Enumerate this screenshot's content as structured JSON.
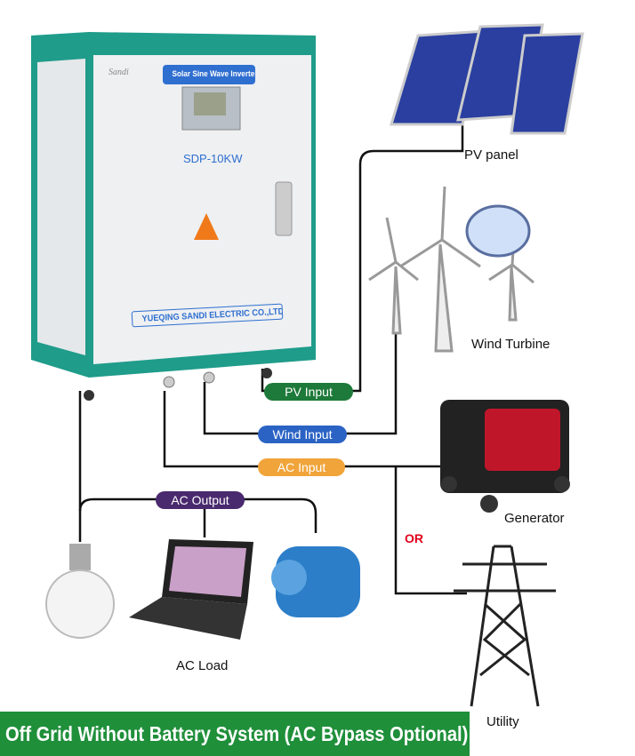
{
  "inverter": {
    "brand": "Sandi",
    "title": "Solar Sine Wave Inverter",
    "model": "SDP-10KW",
    "company": "YUEQING SANDI ELECTRIC CO.,LTD"
  },
  "inputs": [
    {
      "label": "PV Input",
      "color": "#1e7a3a"
    },
    {
      "label": "Wind Input",
      "color": "#2b63c4"
    },
    {
      "label": "AC Input",
      "color": "#f0a43a"
    }
  ],
  "output": {
    "label": "AC Output",
    "color": "#4a2a6e"
  },
  "components": {
    "pv": "PV panel",
    "wind": "Wind Turbine",
    "generator": "Generator",
    "utility": "Utility",
    "load": "AC Load"
  },
  "or_label": "OR",
  "banner": "Off Grid Without Battery System (AC Bypass Optional)",
  "colors": {
    "banner": "#1f8f3a",
    "inverter_trim": "#1f9c8a",
    "or": "#e0001a"
  }
}
